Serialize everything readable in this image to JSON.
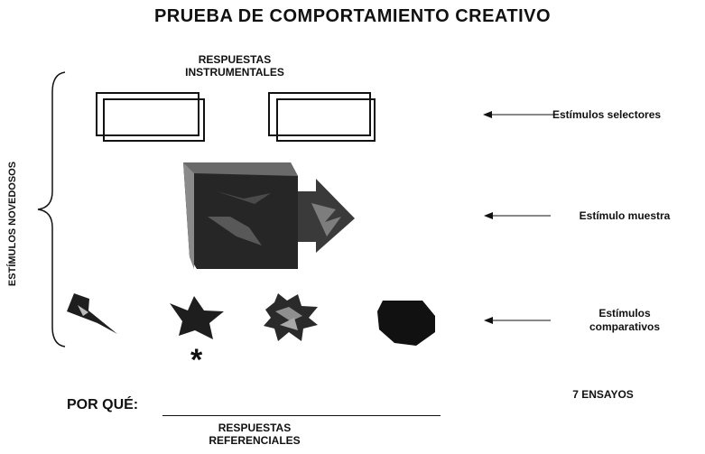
{
  "title": "PRUEBA DE COMPORTAMIENTO CREATIVO",
  "respuestas_instrumentales": [
    "RESPUESTAS",
    "INSTRUMENTALES"
  ],
  "estimulos_novedosos": "ESTÍMULOS NOVEDOSOS",
  "labels": {
    "selectores": "Estímulos selectores",
    "muestra": "Estímulo muestra",
    "comparativos": [
      "Estímulos",
      "comparativos"
    ]
  },
  "ensayos": "7 ENSAYOS",
  "por_que": "POR QUÉ:",
  "respuestas_referenciales": [
    "RESPUESTAS",
    "REFERENCIALES"
  ],
  "correct_marker": "*"
}
